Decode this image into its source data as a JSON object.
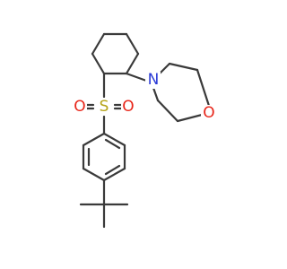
{
  "molecule": {
    "atoms": {
      "nitrogen": {
        "label": "N",
        "color": "#2b3bd6"
      },
      "oxygen": {
        "label": "O",
        "color": "#e8261a"
      },
      "sulfur": {
        "label": "S",
        "color": "#b5a318"
      },
      "sulfonyl_oxygen_left": {
        "label": "O",
        "color": "#e8261a"
      },
      "sulfonyl_oxygen_right": {
        "label": "O",
        "color": "#e8261a"
      }
    },
    "bond_color": "#3a3a3a"
  }
}
